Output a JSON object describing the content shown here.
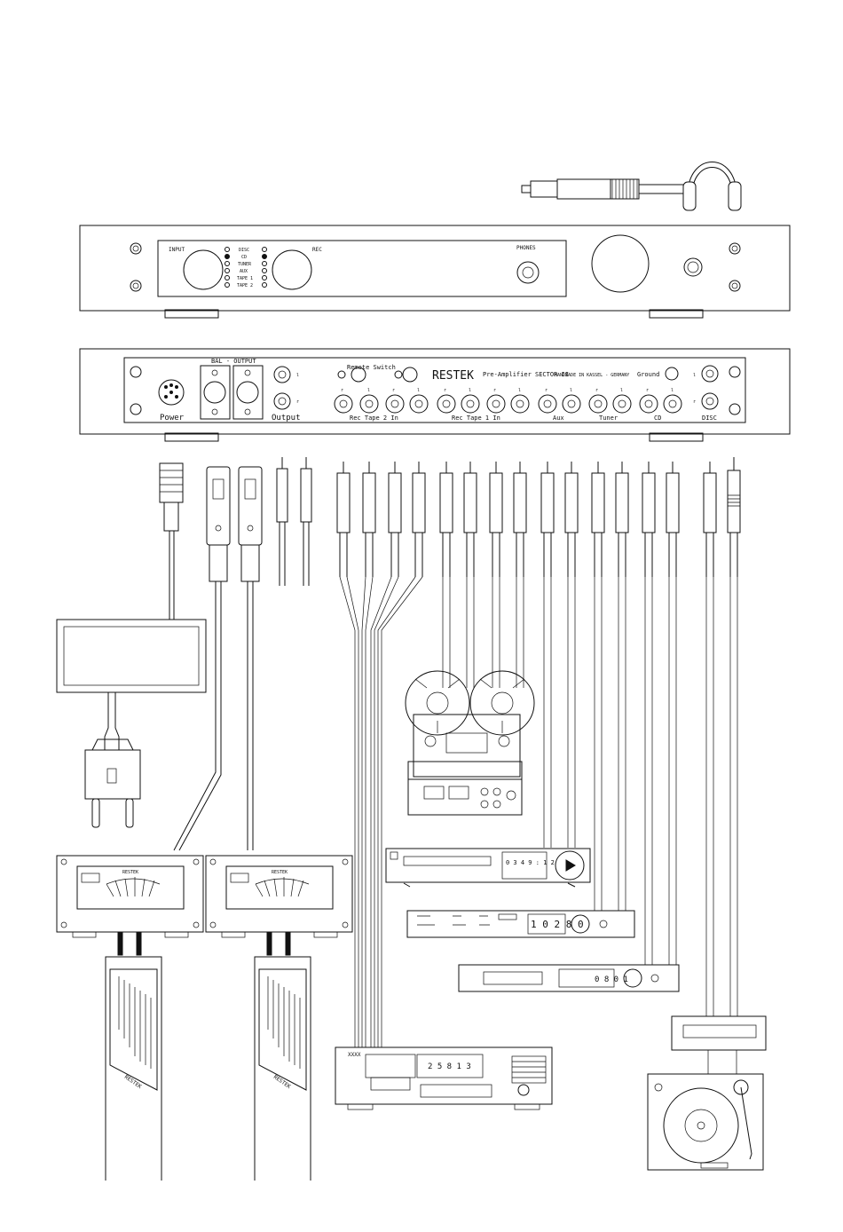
{
  "front_panel": {
    "input_label": "INPUT",
    "rec_label": "REC",
    "phones_label": "PHONES",
    "sources": [
      "DISC",
      "CD",
      "TUNER",
      "AUX",
      "TAPE 1",
      "TAPE 2"
    ]
  },
  "rear_panel": {
    "brand": "RESTEK",
    "model": "Pre-Amplifier SECTOR II",
    "origin": "HANDMADE IN KASSEL - GERMANY",
    "remote_switch": "Remote Switch",
    "power": "Power",
    "bal_output": "BAL - OUTPUT",
    "output": "Output",
    "ground": "Ground",
    "rec_tape2_in": "Rec  Tape 2  In",
    "rec_tape1_in": "Rec  Tape 1  In",
    "aux": "Aux",
    "tuner": "Tuner",
    "cd": "CD",
    "disc": "DISC",
    "channel_r": "r",
    "channel_l": "l"
  },
  "devices": {
    "power_amp_brand": "RESTEK",
    "speaker_brand": "RESTEK",
    "cd_display": "0 3 4 9 : 1 2",
    "tuner_display": "1 0 2 8 0",
    "dac_display": "0 8 0 1",
    "cassette_display": "2 5 8 1 3",
    "cassette_brand": "XXXX"
  }
}
